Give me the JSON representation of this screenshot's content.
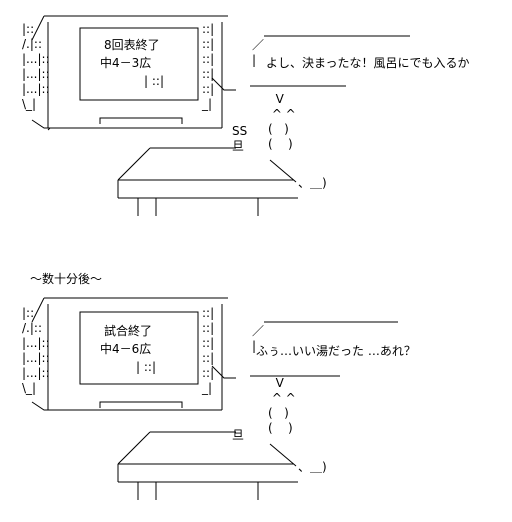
{
  "panel1": {
    "tv_line1": "8回表終了",
    "tv_line2": "中4－3広",
    "speech": "よし、決まったな！風呂にでも入るか"
  },
  "transition": "～数十分後～",
  "panel2": {
    "tv_line1": "試合終了",
    "tv_line2": "中4－6広",
    "speech": "ふぅ…いい湯だった …あれ？"
  }
}
